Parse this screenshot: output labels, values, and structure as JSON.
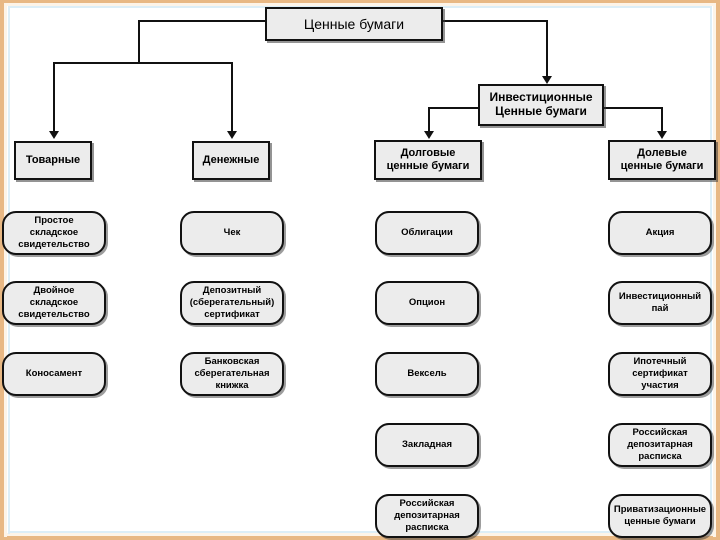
{
  "slide": {
    "title": "Ценные бумаги",
    "frame_color": "#e8b884",
    "node_fill": "#ececec",
    "node_border": "#111111"
  },
  "nodes": {
    "root": {
      "label": "Ценные бумаги"
    },
    "investment": {
      "label_line1": "Инвестиционные",
      "label_line2": "Ценные бумаги"
    },
    "categories": [
      {
        "id": "tovarnye",
        "label_line1": "Товарные",
        "label_line2": ""
      },
      {
        "id": "denezhnye",
        "label_line1": "Денежные",
        "label_line2": ""
      },
      {
        "id": "dolgovye",
        "label_line1": "Долговые",
        "label_line2": "ценные бумаги"
      },
      {
        "id": "dolevye",
        "label_line1": "Долевые",
        "label_line2": "ценные бумаги"
      }
    ]
  },
  "columns": [
    {
      "id": "column-tovarnye",
      "items": [
        {
          "lines": [
            "Простое",
            "складское",
            "свидетельство"
          ]
        },
        {
          "lines": [
            "Двойное",
            "складское",
            "свидетельство"
          ]
        },
        {
          "lines": [
            "Коносамент"
          ]
        }
      ]
    },
    {
      "id": "column-denezhnye",
      "items": [
        {
          "lines": [
            "Чек"
          ]
        },
        {
          "lines": [
            "Депозитный",
            "(сберегательный)",
            "сертификат"
          ]
        },
        {
          "lines": [
            "Банковская",
            "сберегательная",
            "книжка"
          ]
        }
      ]
    },
    {
      "id": "column-dolgovye",
      "items": [
        {
          "lines": [
            "Облигации"
          ]
        },
        {
          "lines": [
            "Опцион"
          ]
        },
        {
          "lines": [
            "Вексель"
          ]
        },
        {
          "lines": [
            "Закладная"
          ]
        },
        {
          "lines": [
            "Российская",
            "депозитарная",
            "расписка"
          ]
        }
      ]
    },
    {
      "id": "column-dolevye",
      "items": [
        {
          "lines": [
            "Акция"
          ]
        },
        {
          "lines": [
            "Инвестиционный",
            "пай"
          ]
        },
        {
          "lines": [
            "Ипотечный",
            "сертификат",
            "участия"
          ]
        },
        {
          "lines": [
            "Российская",
            "депозитарная",
            "расписка"
          ]
        },
        {
          "lines": [
            "Приватизационные",
            "ценные бумаги"
          ]
        }
      ]
    }
  ]
}
